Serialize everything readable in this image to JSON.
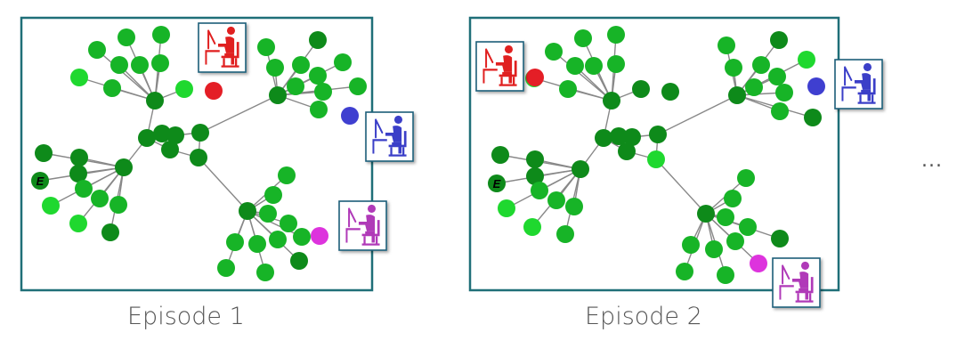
{
  "episodes": [
    {
      "caption": "Episode 1",
      "frame_color": "#1f6f78",
      "marker_text": "E",
      "agents": [
        {
          "icon": "worker-at-computer-icon",
          "color": "#e02020"
        },
        {
          "icon": "worker-at-computer-icon",
          "color": "#3b3fc8"
        },
        {
          "icon": "worker-at-computer-icon",
          "color": "#b03ab8"
        }
      ]
    },
    {
      "caption": "Episode 2",
      "frame_color": "#1f6f78",
      "marker_text": "E",
      "agents": [
        {
          "icon": "worker-at-computer-icon",
          "color": "#e02020"
        },
        {
          "icon": "worker-at-computer-icon",
          "color": "#3b3fc8"
        },
        {
          "icon": "worker-at-computer-icon",
          "color": "#b03ab8"
        }
      ]
    }
  ],
  "ellipsis": "...",
  "colors": {
    "node_dark": "#0e8a1a",
    "node_mid": "#17b427",
    "node_light": "#1fd82f",
    "edge": "#888888",
    "agent_red": "#e41e26",
    "agent_blue": "#3f3fd0",
    "agent_magenta": "#dd33dd"
  }
}
